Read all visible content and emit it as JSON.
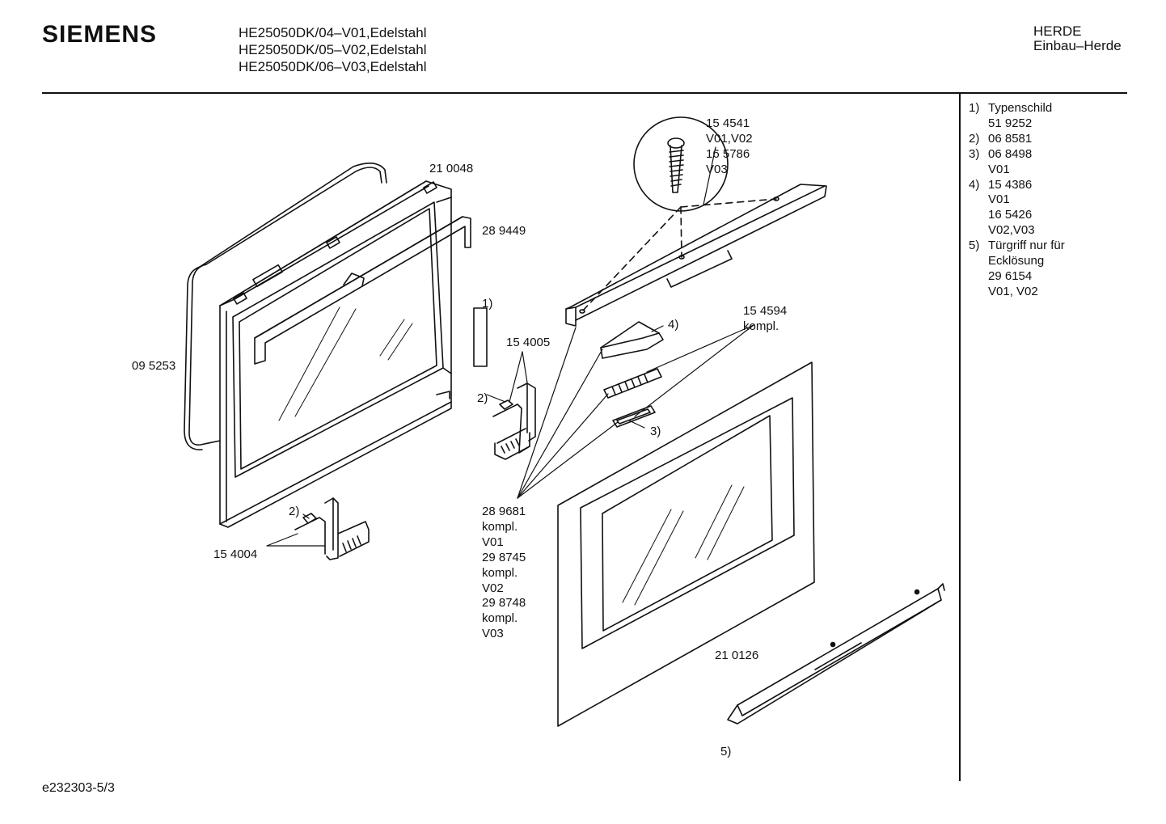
{
  "header": {
    "brand": "SIEMENS",
    "models": [
      "HE25050DK/04–V01,Edelstahl",
      "HE25050DK/05–V02,Edelstahl",
      "HE25050DK/06–V03,Edelstahl"
    ],
    "category": [
      "HERDE",
      "Einbau–Herde"
    ]
  },
  "legend": [
    {
      "num": "1)",
      "lines": [
        "Typenschild",
        "51 9252"
      ]
    },
    {
      "num": "2)",
      "lines": [
        "06 8581"
      ]
    },
    {
      "num": "3)",
      "lines": [
        "06 8498",
        "V01"
      ]
    },
    {
      "num": "4)",
      "lines": [
        "15 4386",
        "V01",
        "16 5426",
        "V02,V03"
      ]
    },
    {
      "num": "5)",
      "lines": [
        "Türgriff nur für",
        "Ecklösung",
        "29 6154",
        "V01, V02"
      ]
    }
  ],
  "callouts": {
    "c210048": "21 0048",
    "c289449": "28 9449",
    "c095253": "09 5253",
    "c1": "1)",
    "c154005": "15 4005",
    "c2a": "2)",
    "c2b": "2)",
    "c154004": "15 4004",
    "screw": [
      "15 4541",
      "V01,V02",
      "16 5786",
      "V03"
    ],
    "c4": "4)",
    "c154594": [
      "15 4594",
      "kompl."
    ],
    "c3": "3)",
    "kits": [
      "28 9681",
      "kompl.",
      "V01",
      "29 8745",
      "kompl.",
      "V02",
      "29 8748",
      "kompl.",
      "V03"
    ],
    "c210126": "21 0126",
    "c5": "5)"
  },
  "footer": "e232303-5/3"
}
